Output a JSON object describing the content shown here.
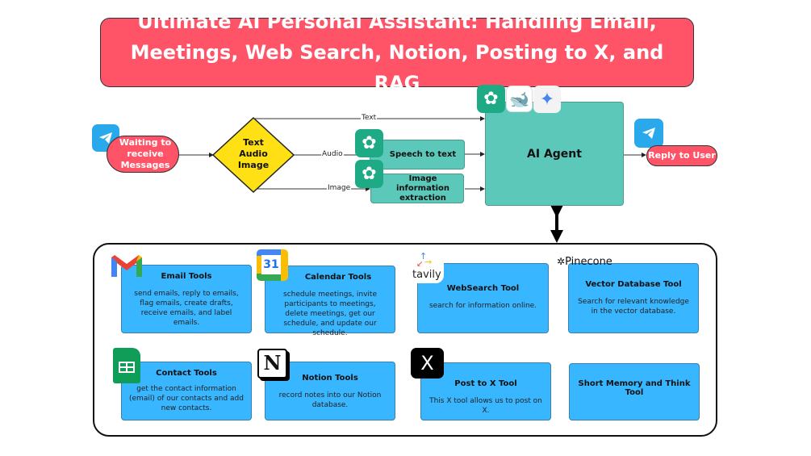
{
  "title": "Ultimate AI Personal Assistant: Handling Email, Meetings, Web Search, Notion, Posting to X, and RAG",
  "flow": {
    "start": "Waiting to receive Messages",
    "decision": [
      "Text",
      "Audio",
      "Image"
    ],
    "edge_labels": {
      "text": "Text",
      "audio": "Audio",
      "image": "Image"
    },
    "speech": "Speech to text",
    "image_extraction": "Image information extraction",
    "agent": "AI Agent",
    "reply": "Reply to User"
  },
  "tools": [
    {
      "title": "Email Tools",
      "desc": "send emails, reply to emails, flag emails, create drafts, receive emails, and label emails.",
      "icon": "gmail-icon"
    },
    {
      "title": "Calendar Tools",
      "desc": "schedule meetings, invite participants to meetings, delete meetings, get our schedule, and update our schedule.",
      "icon": "google-calendar-icon",
      "icon_text": "31"
    },
    {
      "title": "WebSearch  Tool",
      "desc": "search for information online.",
      "icon": "tavily-icon",
      "icon_text": "tavily"
    },
    {
      "title": "Vector Database Tool",
      "desc": "Search for relevant knowledge in the vector database.",
      "icon": "pinecone-icon",
      "icon_text": "Pinecone"
    },
    {
      "title": "Contact Tools",
      "desc": "get the contact information (email) of our contacts and add new contacts.",
      "icon": "google-sheets-icon"
    },
    {
      "title": "Notion Tools",
      "desc": "record notes into our Notion database.",
      "icon": "notion-icon",
      "icon_text": "N"
    },
    {
      "title": "Post to X Tool",
      "desc": "This X tool allows us to post on X.",
      "icon": "x-icon",
      "icon_text": "X"
    },
    {
      "title": "Short Memory and Think Tool",
      "desc": "",
      "icon": ""
    }
  ],
  "colors": {
    "title_bg": "#ff5468",
    "decision": "#ffe014",
    "teal": "#5cc8b9",
    "card": "#38b6ff",
    "telegram": "#29a9eb",
    "openai": "#1faa86"
  }
}
